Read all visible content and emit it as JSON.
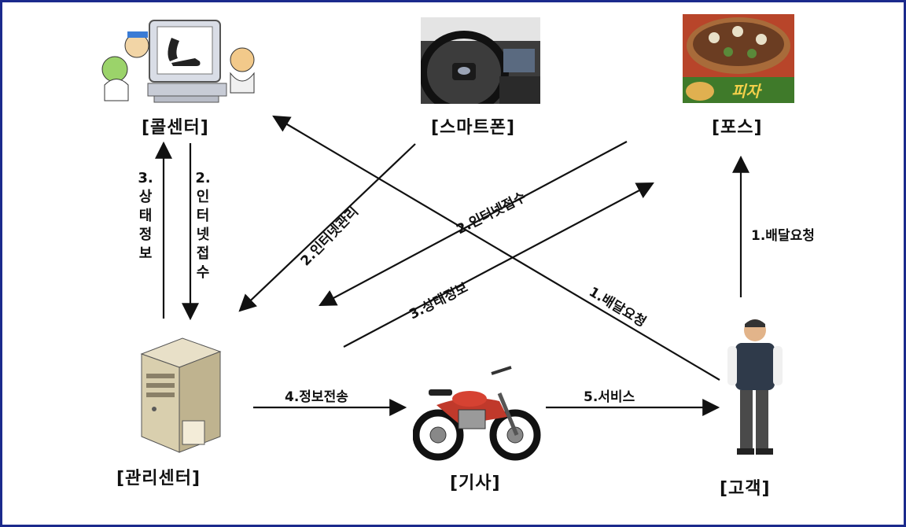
{
  "nodes": {
    "callcenter": "[콜센터]",
    "smartphone": "[스마트폰]",
    "pos": "[포스]",
    "management": "[관리센터]",
    "rider": "[기사]",
    "customer": "[고객]"
  },
  "edges": {
    "cc_status": "3.상태정보",
    "cc_internet": "2.인터넷접수",
    "internet_manage": "2.인터넷관리",
    "internet_receive": "2.인터넷접수",
    "status_info": "3.상태정보",
    "delivery_req_diag": "1.배달요청",
    "delivery_req_pos": "1.배달요청",
    "info_transfer": "4.정보전송",
    "service": "5.서비스"
  },
  "pizza_logo_text": "피자"
}
